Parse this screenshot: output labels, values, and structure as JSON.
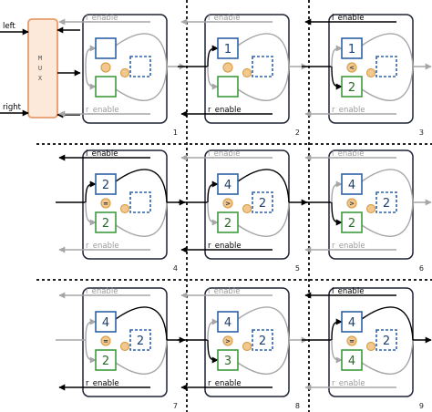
{
  "mux": {
    "letters": [
      "M",
      "U",
      "X"
    ]
  },
  "inputs": {
    "left": "left",
    "right": "right"
  },
  "labels": {
    "l_enable": "l_enable",
    "r_enable": "r_enable"
  },
  "colors": {
    "blue": "#2f62a7",
    "green": "#3f9b3f",
    "orange": "#f6c99a",
    "mux_border": "#e69b6b",
    "active": "#000000",
    "inactive": "#a6a6a6",
    "comparator_fill": "#f2c88f",
    "comparator_stroke": "#d8a24e"
  },
  "panels": [
    {
      "index": "1",
      "top": "",
      "bottom": "",
      "out": "",
      "cmp": "",
      "l_active": false,
      "r_active": false,
      "in_active": false,
      "out_active": false,
      "top_in_active": false,
      "bot_in_active": false,
      "show_mux": true
    },
    {
      "index": "2",
      "top": "1",
      "bottom": "",
      "out": "",
      "cmp": "",
      "l_active": false,
      "r_active": true,
      "in_active": true,
      "out_active": false,
      "top_in_active": true,
      "bot_in_active": false,
      "show_mux": false
    },
    {
      "index": "3",
      "top": "1",
      "bottom": "2",
      "out": "",
      "cmp": "<",
      "l_active": true,
      "r_active": false,
      "in_active": true,
      "out_active": false,
      "top_in_active": false,
      "bot_in_active": true,
      "show_mux": false
    },
    {
      "index": "4",
      "top": "2",
      "bottom": "2",
      "out": "",
      "cmp": "=",
      "l_active": true,
      "r_active": false,
      "in_active": true,
      "out_active": true,
      "top_in_active": true,
      "bot_in_active": false,
      "show_mux": false
    },
    {
      "index": "5",
      "top": "4",
      "bottom": "2",
      "out": "2",
      "cmp": ">",
      "l_active": false,
      "r_active": true,
      "in_active": true,
      "out_active": true,
      "top_in_active": true,
      "bot_in_active": false,
      "show_mux": false
    },
    {
      "index": "6",
      "top": "4",
      "bottom": "2",
      "out": "2",
      "cmp": ">",
      "l_active": false,
      "r_active": false,
      "in_active": true,
      "out_active": false,
      "top_in_active": false,
      "bot_in_active": true,
      "show_mux": false
    },
    {
      "index": "7",
      "top": "4",
      "bottom": "2",
      "out": "2",
      "cmp": "=",
      "l_active": false,
      "r_active": true,
      "in_active": false,
      "out_active": true,
      "top_in_active": false,
      "bot_in_active": false,
      "show_mux": false
    },
    {
      "index": "8",
      "top": "4",
      "bottom": "3",
      "out": "2",
      "cmp": ">",
      "l_active": false,
      "r_active": true,
      "in_active": true,
      "out_active": false,
      "top_in_active": false,
      "bot_in_active": true,
      "show_mux": false
    },
    {
      "index": "9",
      "top": "4",
      "bottom": "4",
      "out": "2",
      "cmp": "=",
      "l_active": true,
      "r_active": false,
      "in_active": true,
      "out_active": true,
      "top_in_active": true,
      "bot_in_active": false,
      "show_mux": false
    }
  ]
}
